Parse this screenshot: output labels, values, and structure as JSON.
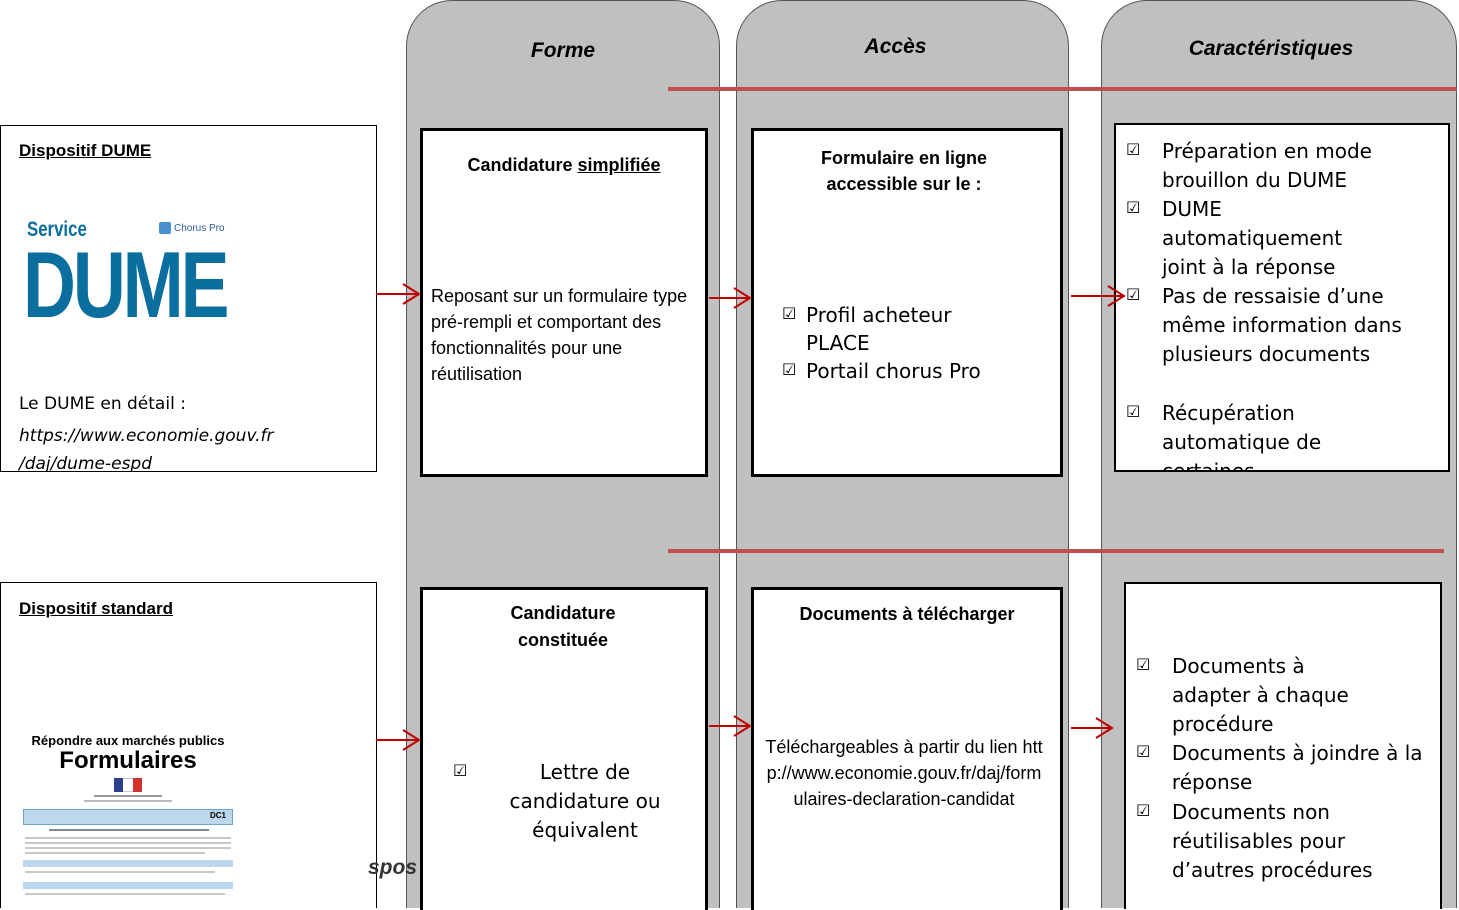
{
  "columns": {
    "forme": "Forme",
    "acces": "Accès",
    "caracteristiques": "Caractéristiques"
  },
  "dume": {
    "title": "Dispositif DUME",
    "logo_service": "Service",
    "logo_chorus": "Chorus Pro",
    "logo_main": "DUME",
    "detail_label": "Le DUME en détail :",
    "detail_link_line1": "https://www.economie.gouv.fr",
    "detail_link_line2": "/daj/dume-espd"
  },
  "standard": {
    "title": "Dispositif standard",
    "doc_heading1": "Répondre aux marchés publics",
    "doc_heading2": "Formulaires",
    "doc_code": "DC1"
  },
  "overlap_text": "spos",
  "row1": {
    "forme_title_prefix": "Candidature ",
    "forme_title_underlined": "simplifiée",
    "forme_body": "Reposant sur un formulaire type pré-rempli et comportant des fonctionnalités pour une réutilisation",
    "acces_title": "Formulaire en ligne accessible sur le :",
    "acces_items": [
      "Profil acheteur PLACE",
      "Portail chorus Pro"
    ],
    "carac_items": [
      "Préparation en mode brouillon du DUME",
      "DUME automatiquement joint à la réponse",
      "Pas de ressaisie d’une même information dans plusieurs documents",
      "Récupération automatique de certaines informations"
    ]
  },
  "row2": {
    "forme_title": "Candidature constituée",
    "forme_items": [
      "Lettre de candidature ou équivalent"
    ],
    "acces_title": "Documents à télécharger",
    "acces_body": "Téléchargeables à partir du lien http://www.economie.gouv.fr/daj/formulaires-declaration-candidat",
    "carac_items": [
      "Documents à adapter à chaque procédure",
      "Documents à joindre à la réponse",
      "Documents non réutilisables pour d’autres procédures"
    ]
  },
  "icons": {
    "check": "☑"
  },
  "colors": {
    "column_bg": "#c0c0c0",
    "separator": "#c0504d",
    "arrow": "#c00000",
    "dume_blue": "#0a6e9e"
  }
}
